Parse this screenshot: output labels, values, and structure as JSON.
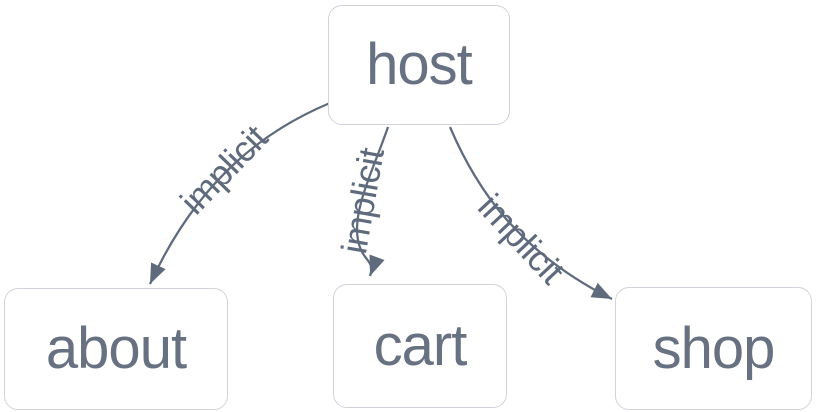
{
  "diagram": {
    "type": "dependency-graph",
    "nodes": [
      {
        "id": "host",
        "label": "host"
      },
      {
        "id": "about",
        "label": "about"
      },
      {
        "id": "cart",
        "label": "cart"
      },
      {
        "id": "shop",
        "label": "shop"
      }
    ],
    "edges": [
      {
        "from": "host",
        "to": "about",
        "label": "implicit"
      },
      {
        "from": "host",
        "to": "cart",
        "label": "implicit"
      },
      {
        "from": "host",
        "to": "shop",
        "label": "implicit"
      }
    ],
    "colors": {
      "background": "#ffffff",
      "node_fill": "#ffffff",
      "node_border": "#d0d4da",
      "node_text": "#677181",
      "edge": "#5f6b7d",
      "edge_label": "#5f6b7d"
    }
  }
}
